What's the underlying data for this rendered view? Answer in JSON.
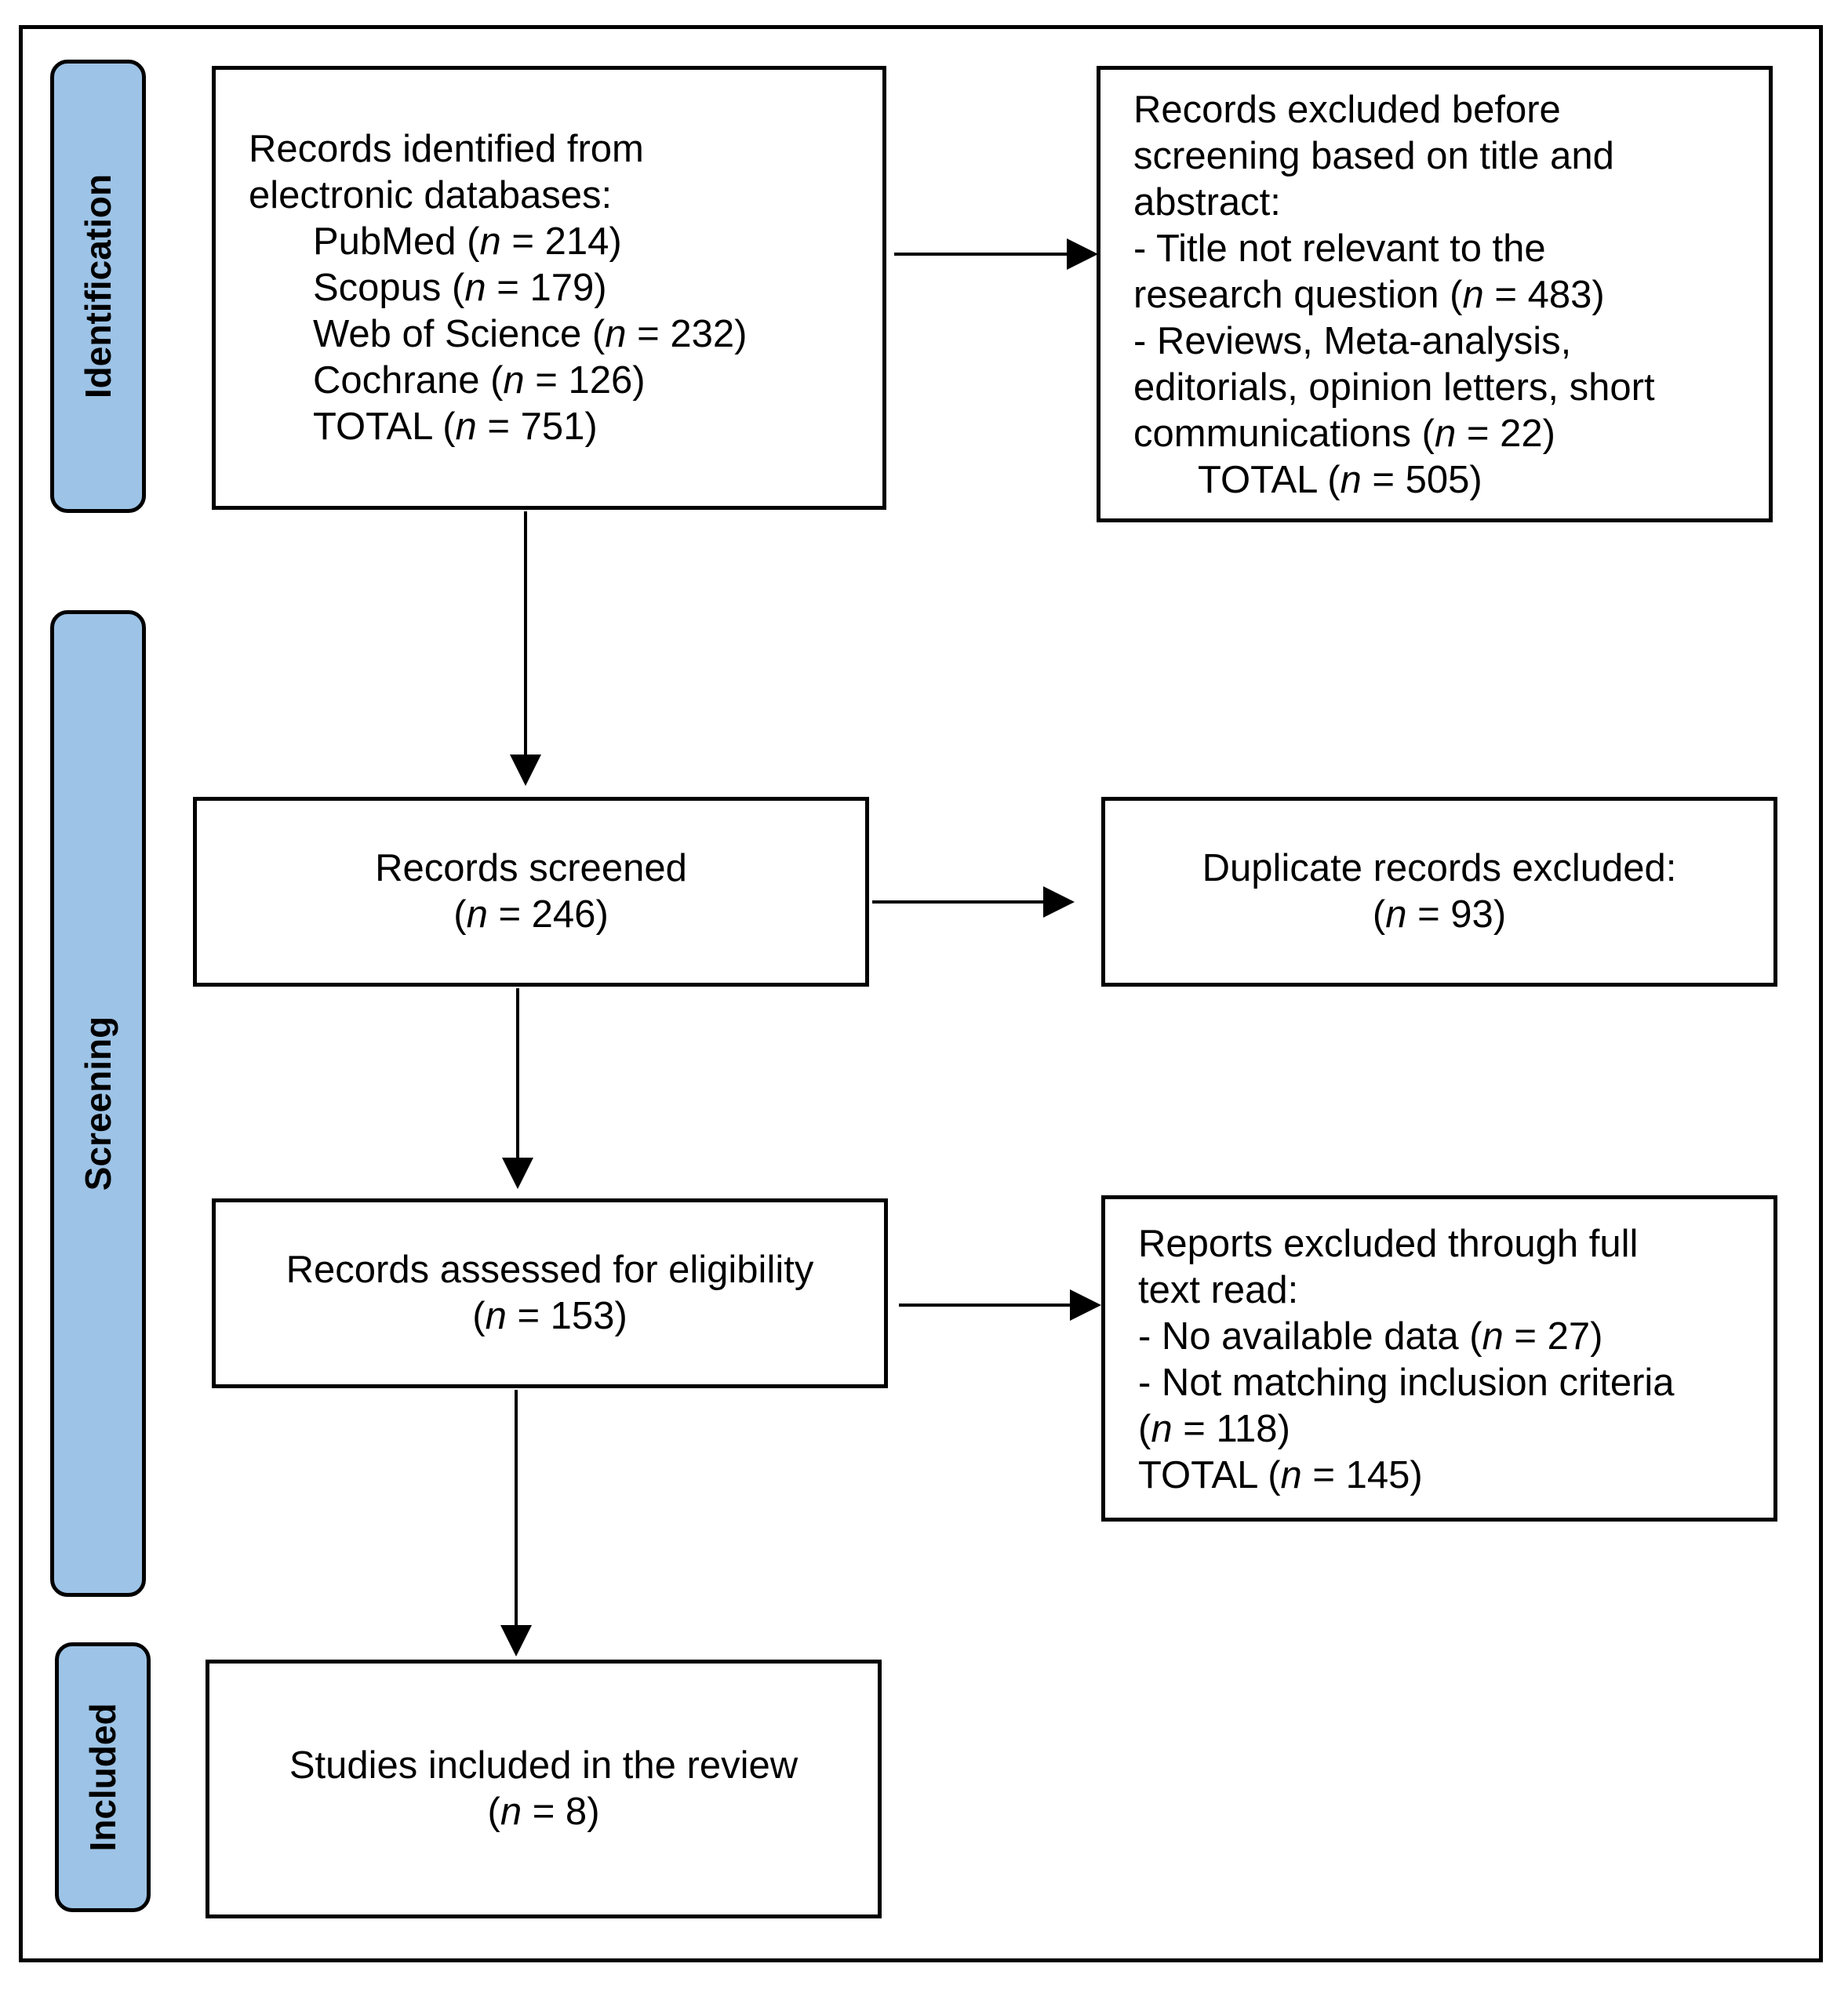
{
  "phases": {
    "identification": "Identification",
    "screening": "Screening",
    "included": "Included"
  },
  "identified": {
    "lines": [
      "Records identified from",
      "electronic databases:"
    ],
    "sources": [
      {
        "name": "PubMed",
        "n": "214"
      },
      {
        "name": "Scopus",
        "n": "179"
      },
      {
        "name": "Web of Science",
        "n": "232"
      },
      {
        "name": "Cochrane",
        "n": "126"
      },
      {
        "name": "TOTAL",
        "n": "751"
      }
    ]
  },
  "excluded_before_screening": {
    "lines": [
      "Records excluded before",
      "screening based on title and",
      "abstract:",
      "- Title not relevant to the"
    ],
    "reason1_tail": "research question",
    "reason1_n": "483",
    "reason2_lines": [
      "- Reviews, Meta-analysis,",
      "editorials, opinion letters, short"
    ],
    "reason2_tail": "communications",
    "reason2_n": "22",
    "total_label": "TOTAL",
    "total_n": "505"
  },
  "screened": {
    "label": "Records screened",
    "n": "246"
  },
  "duplicates": {
    "label": "Duplicate records excluded:",
    "n": "93"
  },
  "eligibility": {
    "label": "Records assessed for eligibility",
    "n": "153"
  },
  "excluded_full_text": {
    "lines": [
      "Reports excluded through full",
      "text read:"
    ],
    "reason1_label": "- No available data",
    "reason1_n": "27",
    "reason2_label": "- Not matching inclusion criteria",
    "reason2_n": "118",
    "total_label": "TOTAL",
    "total_n": "145"
  },
  "included_studies": {
    "label": "Studies included in the review",
    "n": "8"
  }
}
